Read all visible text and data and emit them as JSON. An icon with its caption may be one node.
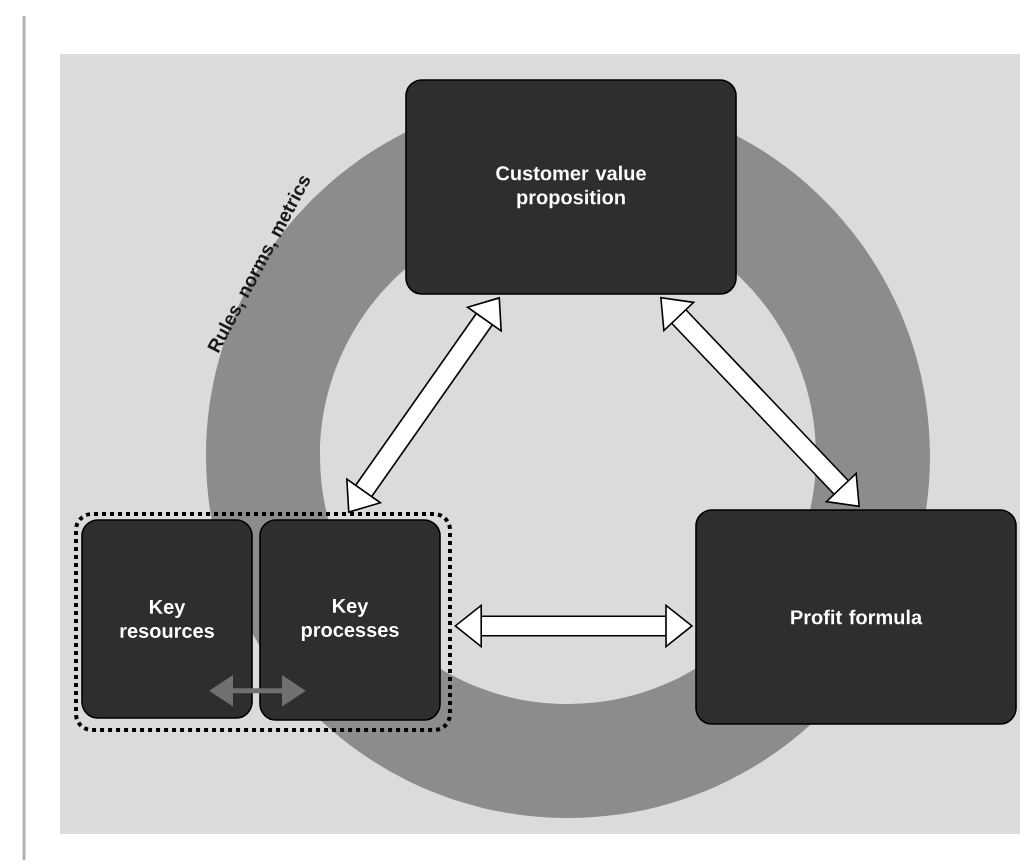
{
  "diagram": {
    "nodes": [
      {
        "text": [],
        "shape": "box"
      },
      {
        "text": [
          "Key resources"
        ],
        "in": 0
      },
      {
        "text": [
          "Key processes"
        ],
        "in": 0
      },
      {
        "text": [
          "Customer value proposition"
        ]
      },
      {
        "text": [
          "Profit formula"
        ]
      }
    ],
    "edges": [
      {
        "from": 2,
        "to": 3,
        "arrow": "both"
      },
      {
        "from": 4,
        "to": 3,
        "arrow": "both"
      },
      {
        "from": 0,
        "to": 4,
        "arrow": "both"
      },
      {
        "from": 1,
        "to": 2,
        "arrow": "both",
        "color": "#707070"
      }
    ],
    "labels": [
      "Rules, norms, metrics"
    ]
  }
}
